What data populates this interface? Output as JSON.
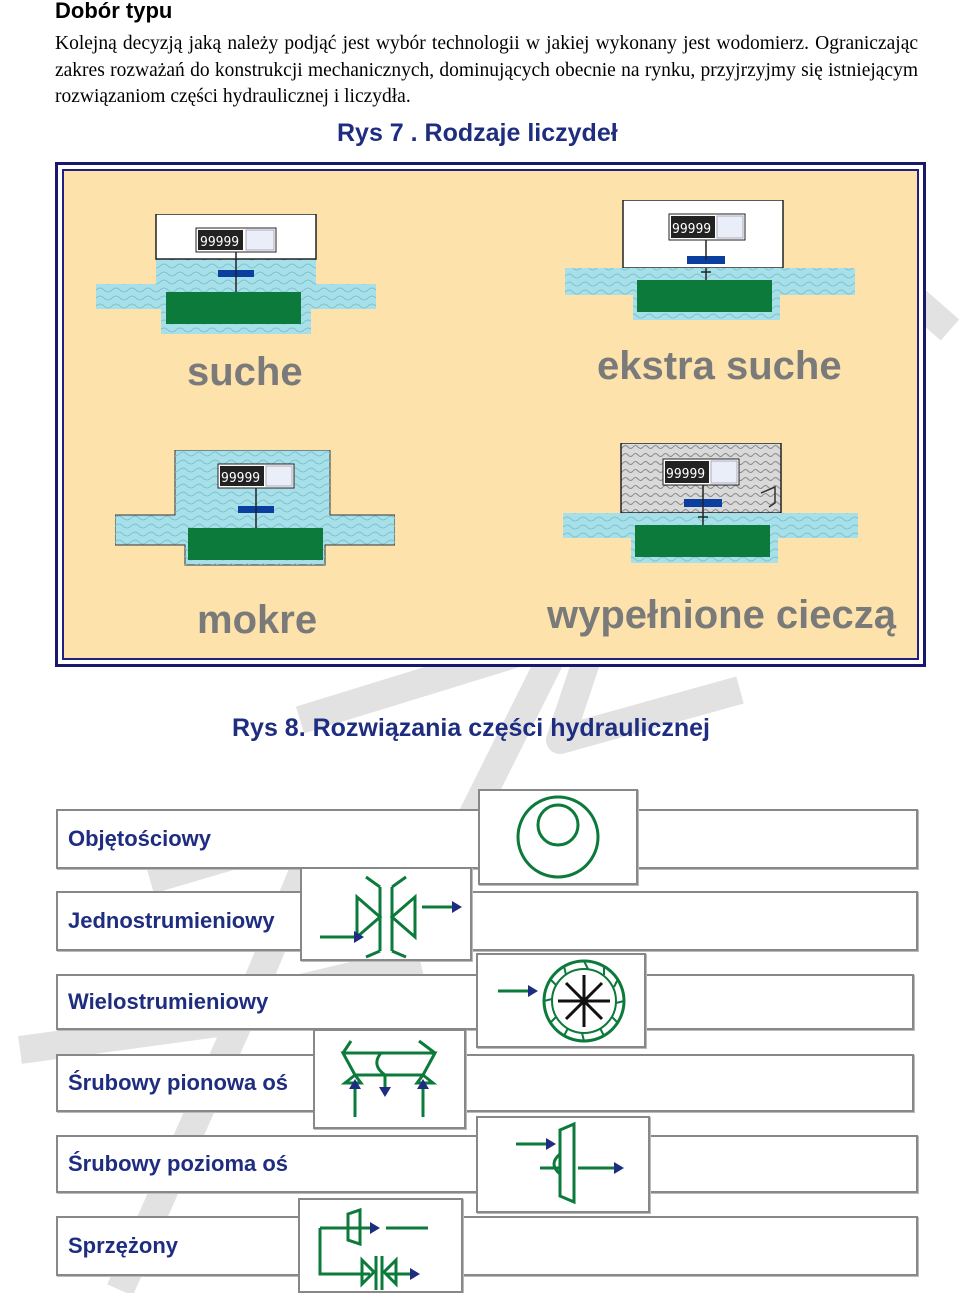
{
  "heading": "Dobór typu",
  "paragraph": "Kolejną decyzją jaką należy podjąć jest wybór technologii w jakiej wykonany jest wodomierz. Ograniczając zakres rozważań do konstrukcji mechanicznych, dominujących obecnie na rynku, przyjrzyjmy się istniejącym rozwiązaniom części hydraulicznej i liczydła.",
  "figure7": {
    "caption": "Rys 7 . Rodzaje liczydeł",
    "counter_digits": "99999",
    "types": [
      {
        "label": "suche"
      },
      {
        "label": "ekstra suche"
      },
      {
        "label": "mokre"
      },
      {
        "label": "wypełnione cieczą"
      }
    ]
  },
  "figure8": {
    "caption": "Rys 8. Rozwiązania części hydraulicznej",
    "rows": [
      {
        "label": "Objętościowy",
        "icon": "volumetric-icon"
      },
      {
        "label": "Jednostrumieniowy",
        "icon": "single-jet-icon"
      },
      {
        "label": "Wielostrumieniowy",
        "icon": "multi-jet-icon"
      },
      {
        "label": "Śrubowy pionowa oś",
        "icon": "vertical-screw-icon"
      },
      {
        "label": "Śrubowy pozioma oś",
        "icon": "horizontal-screw-icon"
      },
      {
        "label": "Sprzężony",
        "icon": "combined-icon"
      }
    ]
  },
  "colors": {
    "panel_bg": "#fde3ab",
    "water": "#a8e0ea",
    "rotor": "#0b7a3a",
    "symbol": "#0b7a3a",
    "caption": "#1f2d80",
    "meter_label": "#7a7a7a"
  }
}
